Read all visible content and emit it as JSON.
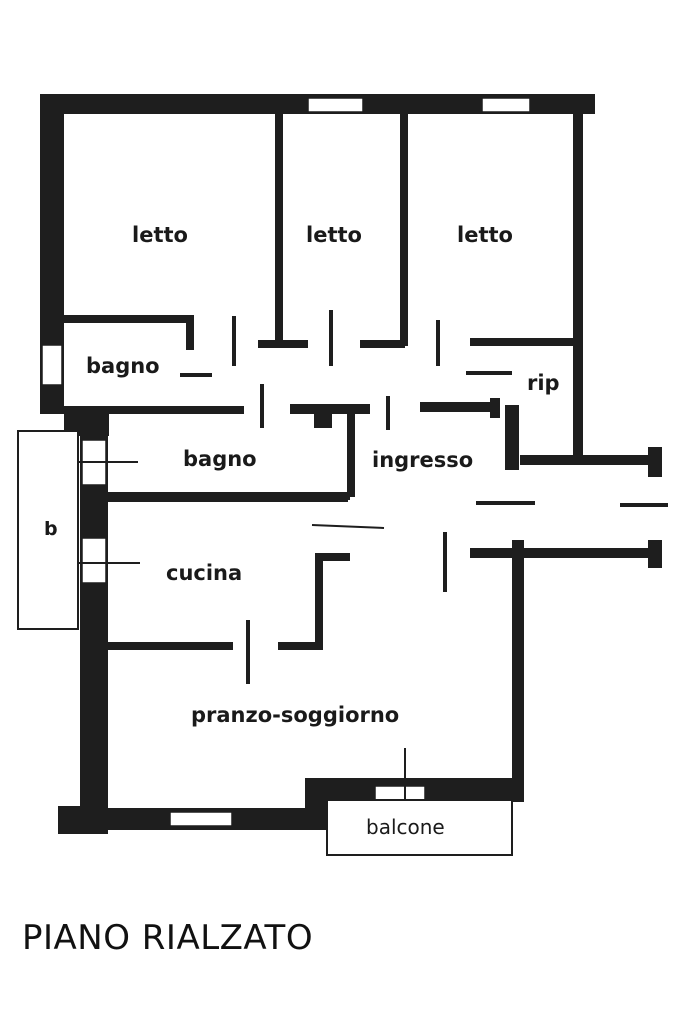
{
  "floor_title": "PIANO RIALZATO",
  "rooms": {
    "letto_1": "letto",
    "letto_2": "letto",
    "letto_3": "letto",
    "bagno_1": "bagno",
    "rip": "rip",
    "bagno_2": "bagno",
    "ingresso": "ingresso",
    "b": "b",
    "cucina": "cucina",
    "pranzo_soggiorno": "pranzo-soggiorno",
    "balcone": "balcone"
  },
  "colors": {
    "wall": "#1e1e1e",
    "background": "#ffffff"
  }
}
